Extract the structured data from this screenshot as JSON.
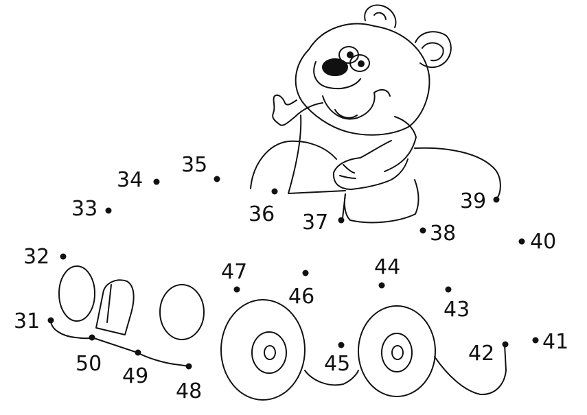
{
  "puzzle": {
    "ink_color": "#111111",
    "background_color": "#ffffff",
    "picture": "bear-driving-car",
    "dots": [
      {
        "label": "31"
      },
      {
        "label": "32"
      },
      {
        "label": "33"
      },
      {
        "label": "34"
      },
      {
        "label": "35"
      },
      {
        "label": "36"
      },
      {
        "label": "37"
      },
      {
        "label": "38"
      },
      {
        "label": "39"
      },
      {
        "label": "40"
      },
      {
        "label": "41"
      },
      {
        "label": "42"
      },
      {
        "label": "43"
      },
      {
        "label": "44"
      },
      {
        "label": "45"
      },
      {
        "label": "46"
      },
      {
        "label": "47"
      },
      {
        "label": "48"
      },
      {
        "label": "49"
      },
      {
        "label": "50"
      }
    ]
  }
}
